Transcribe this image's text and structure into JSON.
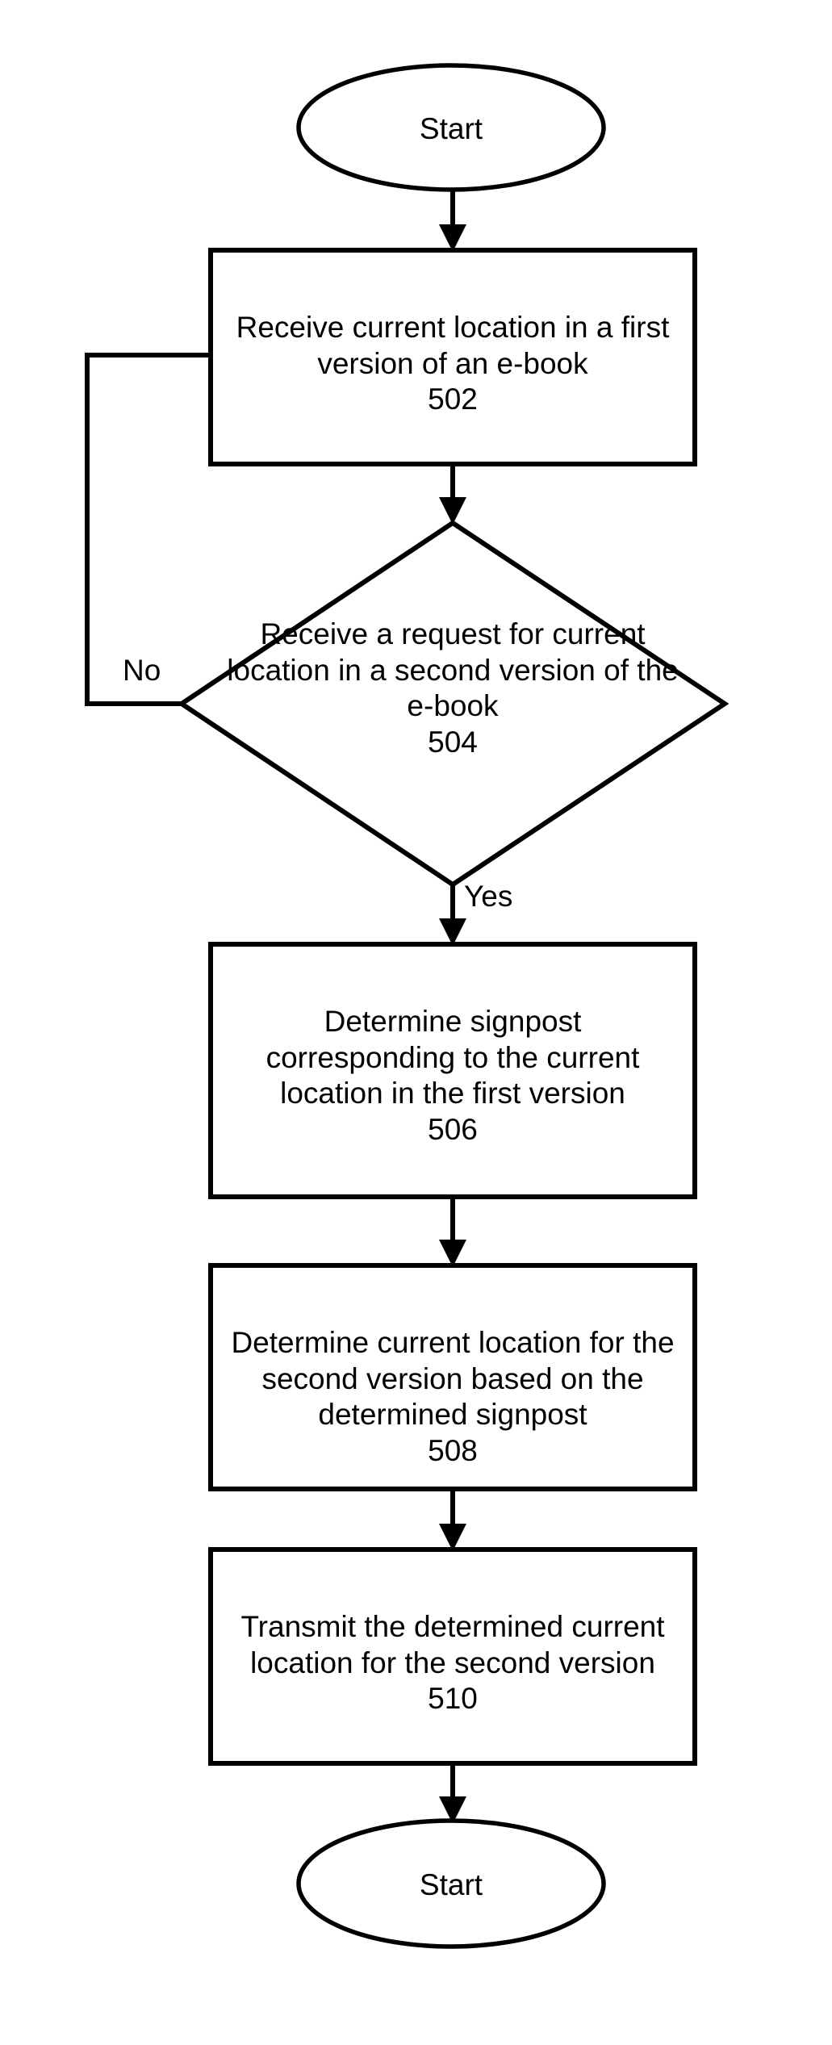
{
  "diagram": {
    "title": "E-book location synchronization flowchart",
    "background_color": "#ffffff",
    "line_color": "#000000",
    "nodes": {
      "start_top": {
        "shape": "ellipse",
        "label": "Start"
      },
      "step_502": {
        "shape": "rectangle",
        "label": "Receive current location in a first version of an e-book",
        "ref": "502"
      },
      "decision_504": {
        "shape": "diamond",
        "label": "Receive a request for current location in a second version of the e-book",
        "ref": "504"
      },
      "step_506": {
        "shape": "rectangle",
        "label": "Determine signpost corresponding to the current location in the first version",
        "ref": "506"
      },
      "step_508": {
        "shape": "rectangle",
        "label": "Determine current location for the second version based on the determined signpost",
        "ref": "508"
      },
      "step_510": {
        "shape": "rectangle",
        "label": "Transmit the determined current location for the second version",
        "ref": "510"
      },
      "end_bottom": {
        "shape": "ellipse",
        "label": "Start"
      }
    },
    "edge_labels": {
      "no_branch": "No",
      "yes_branch": "Yes"
    }
  }
}
